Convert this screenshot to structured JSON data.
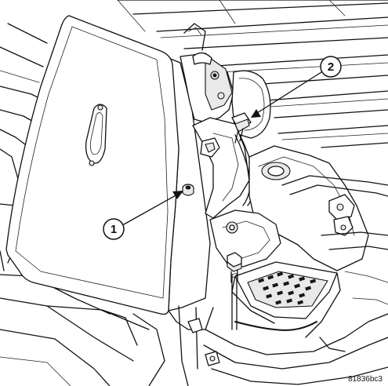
{
  "figure": {
    "callouts": [
      {
        "label": "1"
      },
      {
        "label": "2"
      }
    ],
    "figure_id": "81836bc3"
  }
}
